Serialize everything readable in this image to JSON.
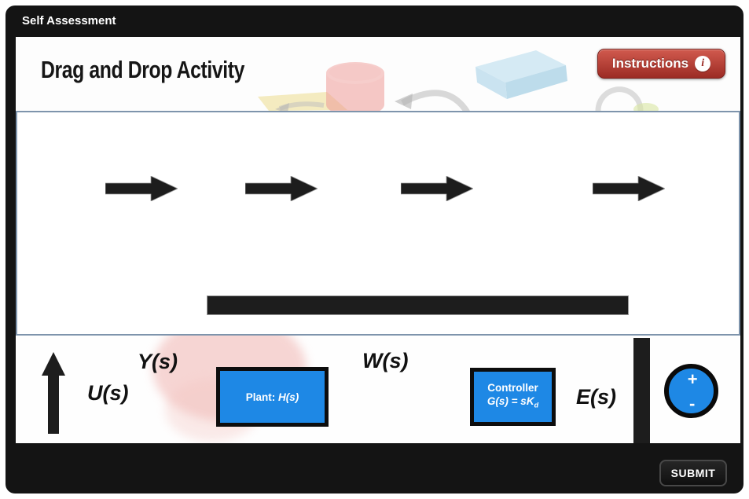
{
  "window": {
    "title": "Self Assessment"
  },
  "header": {
    "activity_title": "Drag and Drop Activity",
    "instructions_label": "Instructions",
    "info_glyph": "i"
  },
  "diagram": {
    "signal_labels": {
      "y": "Y(s)",
      "u": "U(s)",
      "w": "W(s)",
      "e": "E(s)"
    },
    "plant": {
      "prefix": "Plant: ",
      "symbol": "H(s)"
    },
    "controller": {
      "name": "Controller",
      "formula_main": "G(s) = sK",
      "formula_sub": "d"
    },
    "summing_junction": {
      "plus": "+",
      "minus": "-"
    }
  },
  "footer": {
    "submit_label": "SUBMIT"
  },
  "colors": {
    "accent_blue": "#1e88e5",
    "instructions_red": "#b04338",
    "frame_black": "#141414",
    "canvas_border_blue": "#7e94ac",
    "shape_black": "#1d1d1d"
  }
}
